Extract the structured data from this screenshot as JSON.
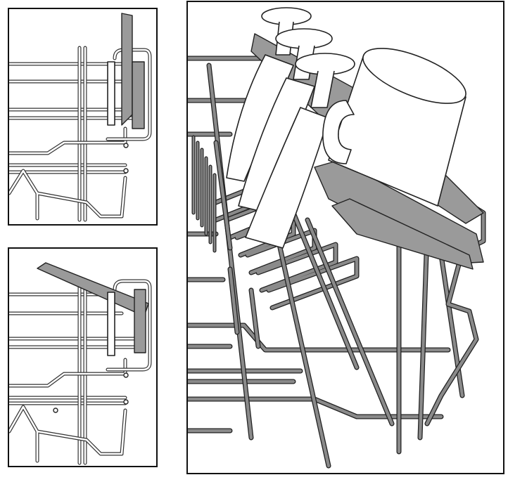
{
  "figure": {
    "panels": [
      {
        "id": "upright",
        "description_icon": "rack-support-upright"
      },
      {
        "id": "folded",
        "description_icon": "rack-support-folded"
      },
      {
        "id": "loaded",
        "description_icon": "rack-loaded-with-glasses-and-cup"
      }
    ],
    "colors": {
      "outline": "#222222",
      "wire_gray": "#8a8a8a",
      "part_gray": "#9a9a9a",
      "background": "#ffffff"
    }
  }
}
